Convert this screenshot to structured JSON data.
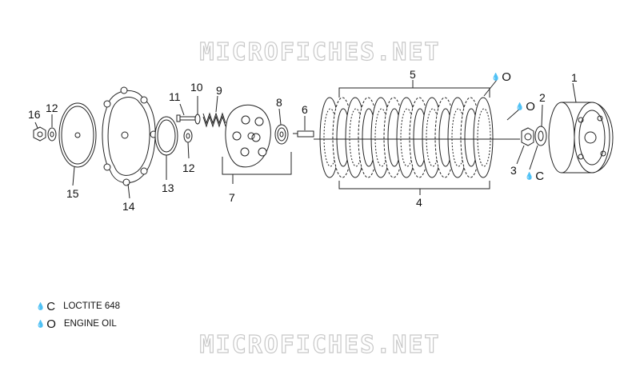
{
  "watermark": {
    "text": "MICROFICHES.NET"
  },
  "callouts": [
    "1",
    "2",
    "3",
    "4",
    "5",
    "6",
    "7",
    "8",
    "9",
    "10",
    "11",
    "12",
    "12",
    "13",
    "14",
    "15",
    "16"
  ],
  "annotations": {
    "oil_top": "O",
    "oil_mid": "O",
    "loctite": "C"
  },
  "legend": [
    {
      "code": "C",
      "text": "LOCTITE 648"
    },
    {
      "code": "O",
      "text": "ENGINE OIL"
    }
  ],
  "icons": {
    "drop": "oil-drop-icon"
  },
  "colors": {
    "line": "#222222",
    "watermark_outline": "#c8c8c8"
  }
}
